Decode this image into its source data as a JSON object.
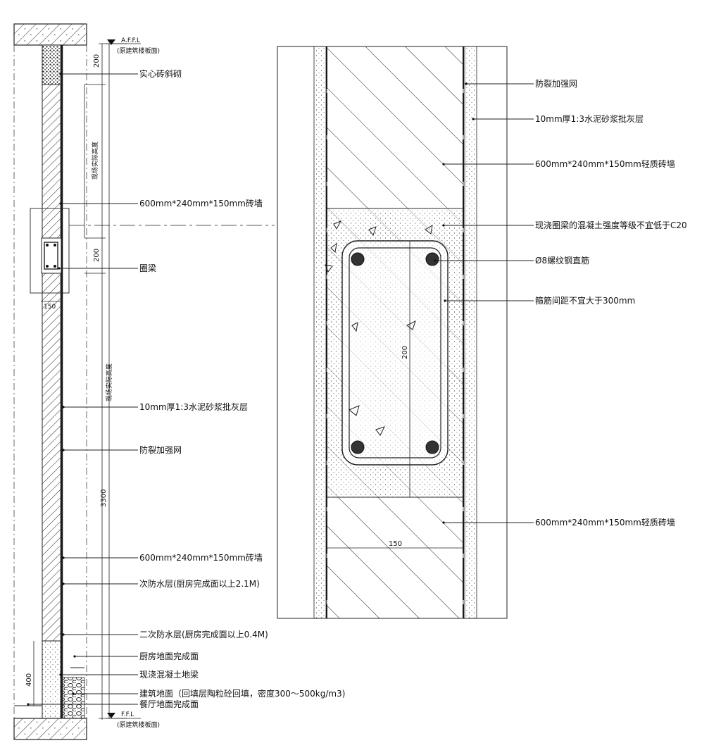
{
  "left": {
    "afl_code": "A.F.F.L",
    "afl_note": "(原建筑楼板面)",
    "ffl_code": "F.F.L",
    "ffl_note": "(原建筑楼板面)",
    "dims": {
      "d200_top": "200",
      "d200_mid": "200",
      "d150": "150",
      "d3300": "3300",
      "d400": "400"
    },
    "vertical_texts": {
      "v1": "现场实际高度",
      "v2": "现场实际高度"
    },
    "labels": [
      "实心砖斜砌",
      "600mm*240mm*150mm砖墙",
      "圈梁",
      "10mm厚1:3水泥砂浆批灰层",
      "防裂加强网",
      "600mm*240mm*150mm砖墙",
      "次防水层(厨房完成面以上2.1M)",
      "二次防水层(厨房完成面以上0.4M)",
      "厨房地面完成面",
      "现浇混凝土地梁",
      "建筑地面（回填层陶粒砼回填，密度300～500kg/m3)",
      "餐厅地面完成面"
    ]
  },
  "right": {
    "dims": {
      "d200": "200",
      "d150": "150"
    },
    "labels": [
      "防裂加强网",
      "10mm厚1:3水泥砂浆批灰层",
      "600mm*240mm*150mm轻质砖墙",
      "现浇圈梁的混凝土强度等级不宜低于C20",
      "Ø8螺纹钢直筋",
      "箍筋间距不宜大于300mm",
      "600mm*240mm*150mm轻质砖墙"
    ]
  }
}
